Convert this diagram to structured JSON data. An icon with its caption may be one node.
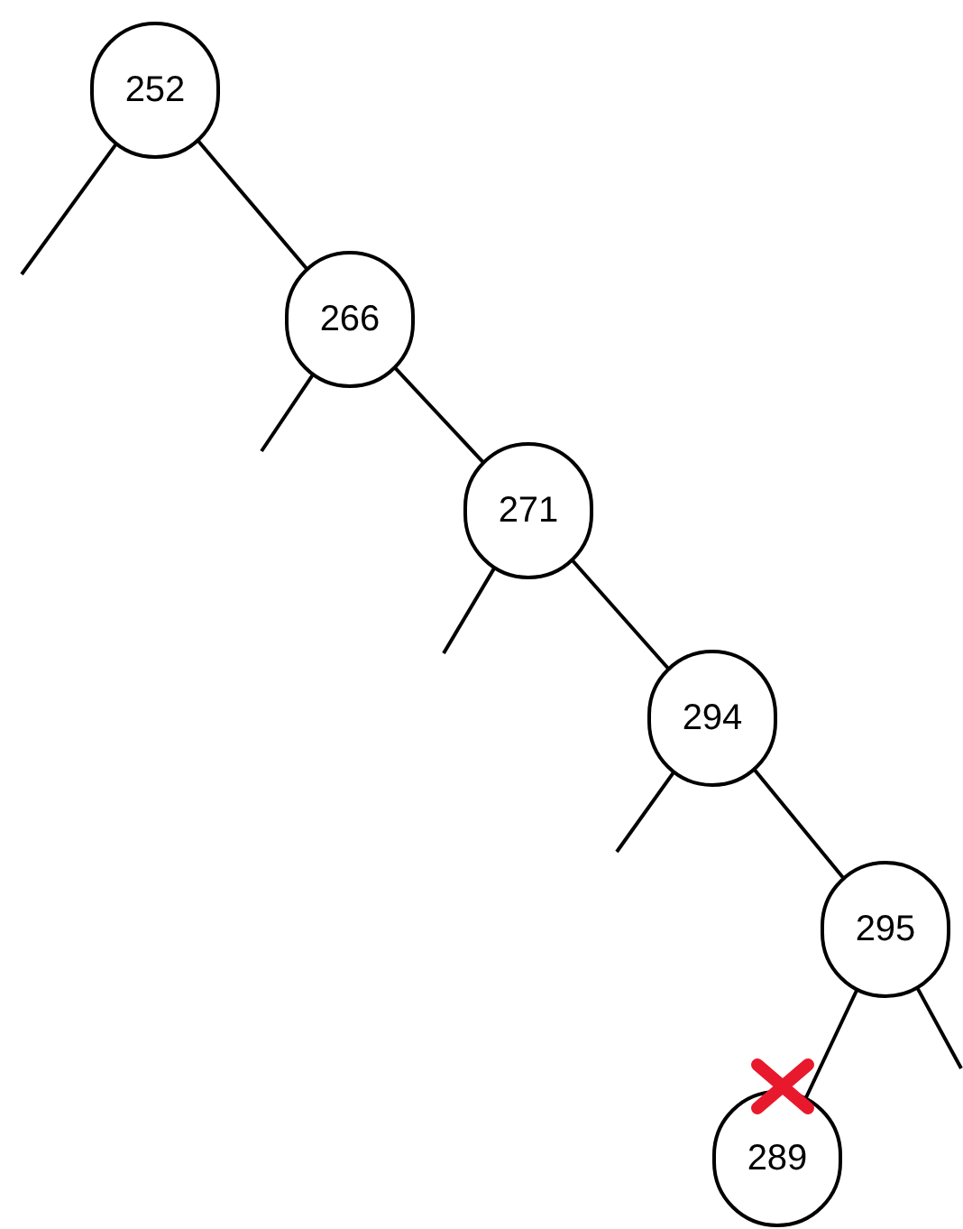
{
  "diagram": {
    "nodes": [
      {
        "text": [
          "252"
        ]
      },
      {
        "text": [
          "266"
        ]
      },
      {
        "text": [
          "271"
        ]
      },
      {
        "text": [
          "294"
        ]
      },
      {
        "text": [
          "295"
        ]
      },
      {
        "text": [
          "289"
        ]
      }
    ],
    "edges": [
      {
        "from": 0,
        "to": 1,
        "arrow": "none"
      },
      {
        "from": 1,
        "to": 2,
        "arrow": "none"
      },
      {
        "from": 2,
        "to": 3,
        "arrow": "none"
      },
      {
        "from": 3,
        "to": 4,
        "arrow": "none"
      },
      {
        "from": 4,
        "to": 5,
        "arrow": "none"
      },
      {
        "from": 0,
        "to": null,
        "arrow": "none"
      },
      {
        "from": 1,
        "to": null,
        "arrow": "none"
      },
      {
        "from": 2,
        "to": null,
        "arrow": "none"
      },
      {
        "from": 3,
        "to": null,
        "arrow": "none"
      },
      {
        "from": 4,
        "to": null,
        "arrow": "none"
      }
    ]
  }
}
